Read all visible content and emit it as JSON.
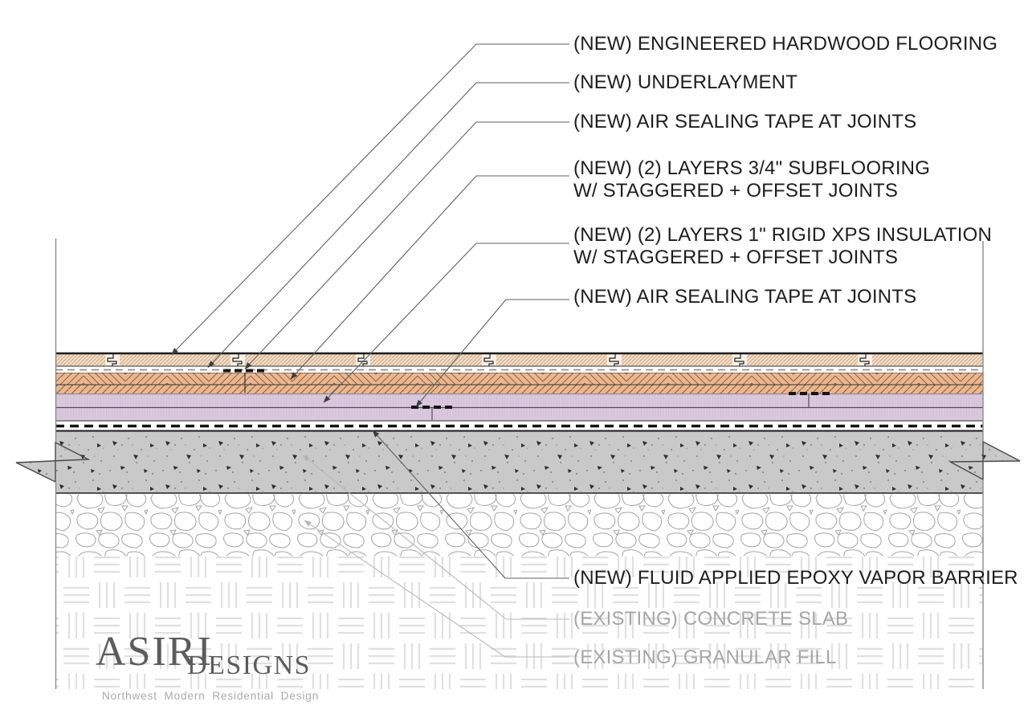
{
  "callouts": {
    "hardwood_flooring": "(NEW) ENGINEERED HARDWOOD FLOORING",
    "underlayment": "(NEW) UNDERLAYMENT",
    "air_sealing_tape_upper": "(NEW) AIR SEALING TAPE AT JOINTS",
    "subflooring_line1": "(NEW) (2) LAYERS 3/4\" SUBFLOORING",
    "subflooring_line2": "W/ STAGGERED + OFFSET JOINTS",
    "xps_insulation_line1": "(NEW) (2) LAYERS 1\" RIGID XPS INSULATION",
    "xps_insulation_line2": "W/ STAGGERED + OFFSET JOINTS",
    "air_sealing_tape_lower": "(NEW) AIR SEALING TAPE AT JOINTS",
    "vapor_barrier": "(NEW) FLUID APPLIED EPOXY VAPOR BARRIER",
    "concrete_slab": "(EXISTING) CONCRETE SLAB",
    "granular_fill": "(EXISTING) GRANULAR FILL"
  },
  "logo": {
    "brand_primary": "ASIRI",
    "brand_secondary": "DESIGNS",
    "tagline": "Northwest Modern Residential Design"
  },
  "colors": {
    "new_label_text": "#1d1d1d",
    "existing_label_text": "#a6a6a6",
    "hardwood_fill": "#f1ddc7",
    "hardwood_hatch": "#c9a17e",
    "subfloor_fill": "#ecb78e",
    "subfloor_hatch": "#7a5a41",
    "insulation_fill": "#dccbdf",
    "insulation_grid": "#c5aec9",
    "concrete_fill": "#c9c9c9",
    "stone_outline": "#a3a3a3",
    "fill_hatch": "#e0e0e0",
    "leader_dark": "#5f5f5f",
    "leader_light": "#b8b8b8",
    "tape_black": "#141414",
    "logo_text": "#5c5c5c"
  }
}
